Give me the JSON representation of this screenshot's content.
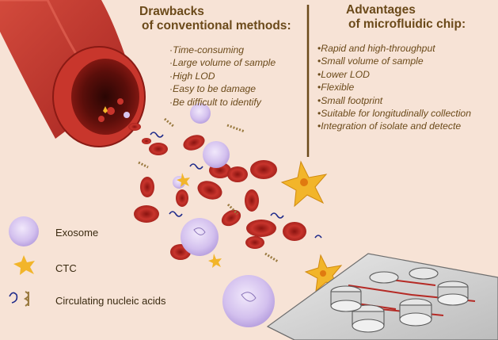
{
  "drawbacks": {
    "title_line1": "Drawbacks",
    "title_line2": "of conventional methods",
    "colon": ":",
    "items": [
      "Time-consuming",
      "Large volume of sample",
      "High LOD",
      "Easy to be damage",
      "Be difficult to identify"
    ]
  },
  "advantages": {
    "title_line1": "Advantages",
    "title_line2": "of microfluidic chip:",
    "items": [
      "Rapid and high-throughput",
      "Small volume of sample",
      "Lower LOD",
      "Flexible",
      "Small footprint",
      "Suitable for longitudinally collection",
      "Integration of isolate and detecte"
    ]
  },
  "legend": {
    "exosome": "Exosome",
    "ctc": "CTC",
    "nucleic": "Circulating nucleic acids"
  },
  "colors": {
    "background": "#f7e3d6",
    "vessel": "#b52a25",
    "rbc": "#c0302a",
    "exosome": "#c9b4e6",
    "ctc": "#f2b52a",
    "text": "#6b4a1a"
  }
}
